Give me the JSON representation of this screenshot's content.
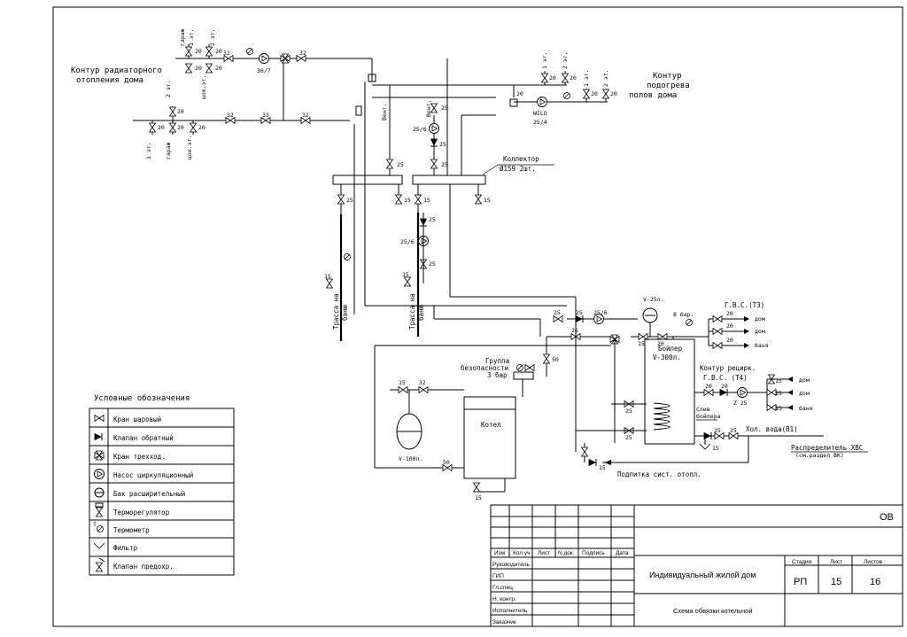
{
  "diagram": {
    "contour_radiator": [
      "Контур радиаторного",
      "отопления дома"
    ],
    "contour_floor": [
      "Контур",
      "подогрева",
      "полов дома"
    ],
    "floor_labels": [
      "1 эт.",
      "гараж",
      "цок.эт.",
      "2 эт."
    ],
    "floor_labels_top": [
      "гараж",
      "1 эт.",
      "цок.эт.",
      "2 эт."
    ],
    "floor_labels_right": [
      "1 эт.",
      "2 эт.",
      "1 эт.",
      "2 эт."
    ],
    "vent": [
      "Вент.",
      "Вент."
    ],
    "collector": [
      "Коллектор",
      "Ø159 2шт."
    ],
    "trasse": [
      "Трасса на",
      "баню",
      "Трасса на",
      "баню"
    ],
    "pump_labels": [
      "30/7",
      "25/6",
      "25/6",
      "25/6",
      "WILO",
      "25/4",
      "Z 25"
    ],
    "dn": {
      "d32": "32",
      "d25": "25",
      "d20": "20",
      "d15": "15",
      "d50": "50"
    },
    "safety_group": [
      "Группа",
      "безопасности",
      "3 бар"
    ],
    "tank_top": "V-25л.",
    "tank_bottom": "V-100л.",
    "bar8": "8 бар.",
    "gvs_t3": "Г.В.С.(Т3)",
    "dom": "дом",
    "banya": "баня",
    "boiler": [
      "Бойлер",
      "V-300л."
    ],
    "recirc": [
      "Контур рецирк.",
      "Г.В.С. (Т4)"
    ],
    "drain": [
      "Слив",
      "бойлера"
    ],
    "cold_water": "Хол. вода(В1)",
    "distributor": [
      "Распределитель ХВС",
      "(см.раздел ВК)"
    ],
    "feed": "Подпитка сист. отопл.",
    "kotel": "Котел",
    "thermometer_t": "T"
  },
  "legend": {
    "title": "Условные обозначения",
    "items": [
      {
        "icon": "ball-valve-icon",
        "label": "Кран шаровый"
      },
      {
        "icon": "check-valve-icon",
        "label": "Клапан обратный"
      },
      {
        "icon": "three-way-valve-icon",
        "label": "Кран трехход."
      },
      {
        "icon": "circulation-pump-icon",
        "label": "Насос циркуляционный"
      },
      {
        "icon": "expansion-tank-icon",
        "label": "Бак расширительный"
      },
      {
        "icon": "thermoregulator-icon",
        "label": "Терморегулятор"
      },
      {
        "icon": "thermometer-icon",
        "label": "Термометр"
      },
      {
        "icon": "filter-icon",
        "label": "Фильтр"
      },
      {
        "icon": "safety-valve-icon",
        "label": "Клапан предохр."
      }
    ]
  },
  "stamp": {
    "code": "ОВ",
    "cols": [
      "Изм",
      "Кол.уч",
      "Лист",
      "N док.",
      "Подпись",
      "Дата"
    ],
    "roles": [
      "Руководитель",
      "ГИП",
      "Гл.спец.",
      "Н. контр.",
      "Исполнитель",
      "Заказчик"
    ],
    "project": "Индивидуальный жилой дом",
    "sheet_title": "Схема обвязки котельной",
    "headers": [
      "Стадия",
      "Лист",
      "Листов"
    ],
    "stage": "РП",
    "sheet": "15",
    "sheets": "16"
  }
}
